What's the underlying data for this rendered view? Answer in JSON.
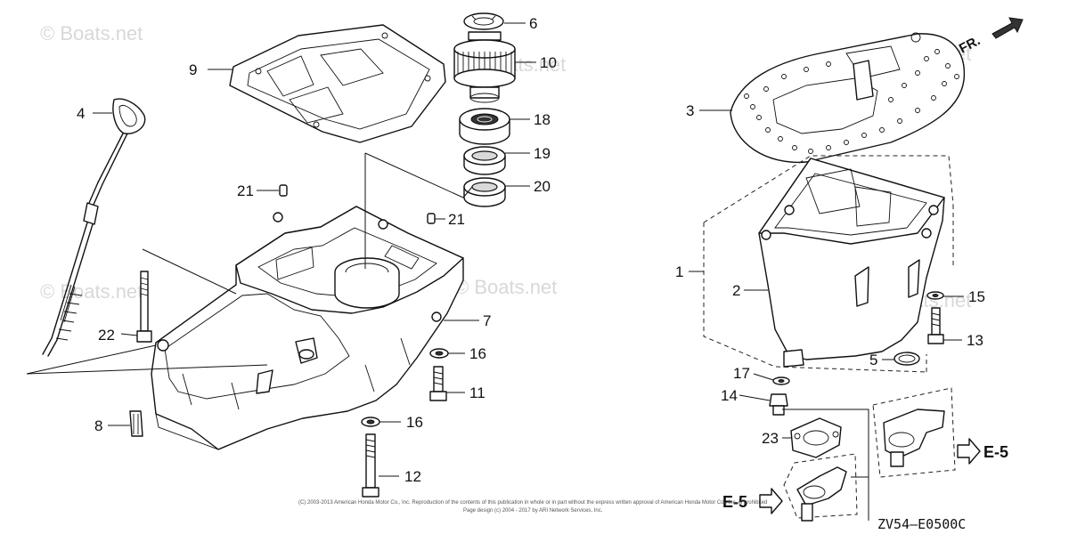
{
  "watermark": "© Boats.net",
  "diagram_code": "ZV54—E0500C",
  "fr_label": "FR.",
  "e5_ref": "E-5",
  "copyright_line1": "(C) 2003-2013 American Honda Motor Co., Inc. Reproduction of the contents of this publication in whole or in part without the express written approval of American Honda Motor Co., Inc. is prohibited",
  "copyright_line2": "Page design (c) 2004 - 2017 by ARI Network Services, Inc.",
  "callouts": {
    "p1": "1",
    "p2": "2",
    "p3": "3",
    "p4": "4",
    "p5": "5",
    "p6": "6",
    "p7": "7",
    "p8": "8",
    "p9": "9",
    "p10": "10",
    "p11": "11",
    "p12": "12",
    "p13": "13",
    "p14": "14",
    "p15": "15",
    "p16a": "16",
    "p16b": "16",
    "p17": "17",
    "p18": "18",
    "p19": "19",
    "p20": "20",
    "p21a": "21",
    "p21b": "21",
    "p22": "22",
    "p23": "23"
  }
}
